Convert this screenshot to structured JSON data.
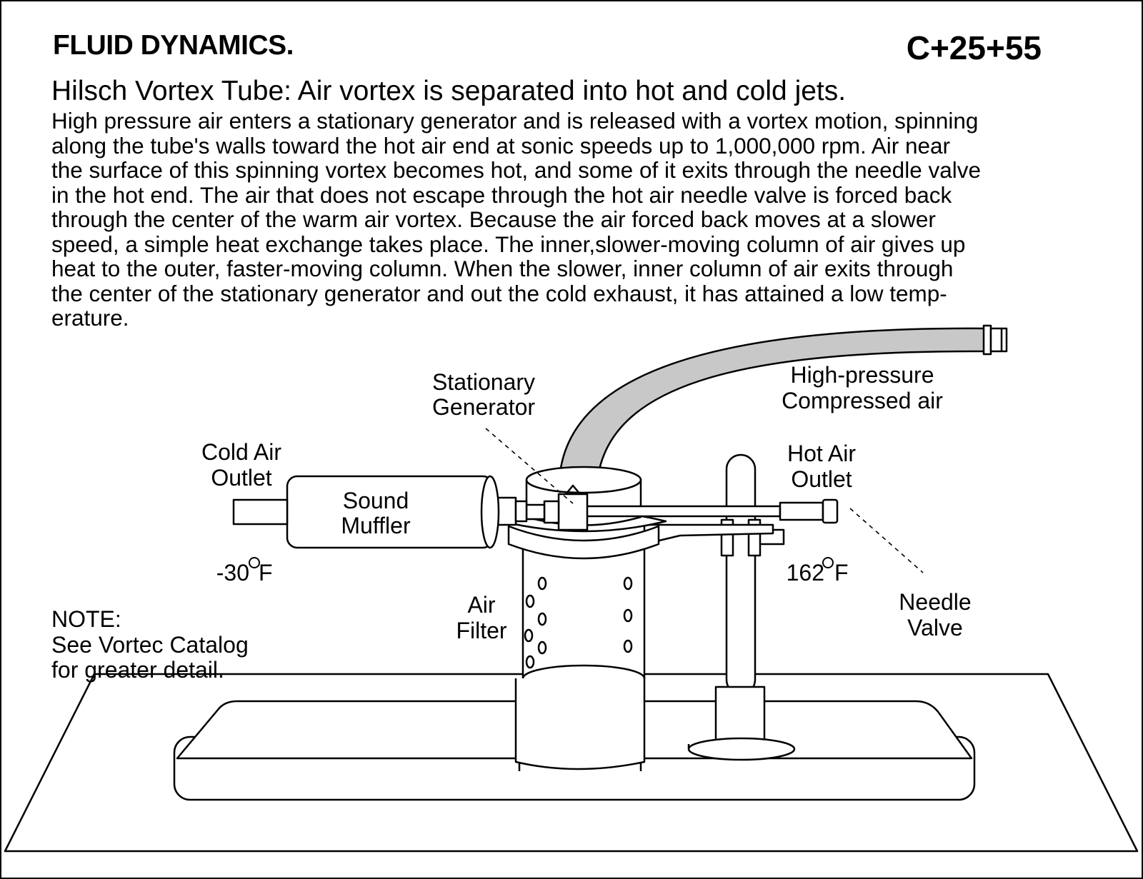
{
  "header": {
    "category": "FLUID DYNAMICS.",
    "code": "C+25+55"
  },
  "headline": "Hilsch Vortex Tube: Air vortex is separated into hot and cold jets.",
  "description_lines": [
    "High pressure air enters a stationary generator and is released with a vortex motion, spinning",
    "along the tube's walls toward the hot air end at sonic speeds up to 1,000,000 rpm.  Air near",
    "the surface of this spinning vortex becomes hot, and some of it exits through the needle valve",
    "in the hot end.  The air that does not escape through the hot air needle valve is forced back",
    "through the center of the warm air vortex.  Because the air forced back moves at a slower",
    "speed, a simple heat exchange takes place.  The inner,slower-moving column of air gives up",
    "heat to the outer, faster-moving column.  When the slower, inner column of air exits through",
    "the center of the stationary generator and out the cold exhaust, it has attained a low temp-",
    "erature."
  ],
  "labels": {
    "stationary_generator": [
      "Stationary",
      "Generator"
    ],
    "compressed_air": [
      "High-pressure",
      "Compressed air"
    ],
    "cold_air_outlet": [
      "Cold Air",
      "Outlet"
    ],
    "hot_air_outlet": [
      "Hot Air",
      "Outlet"
    ],
    "sound_muffler": [
      "Sound",
      "Muffler"
    ],
    "cold_temp": "-30",
    "hot_temp": "162",
    "temp_unit": "F",
    "air_filter": [
      "Air",
      "Filter"
    ],
    "needle_valve": [
      "Needle",
      "Valve"
    ],
    "note": [
      "NOTE:",
      "See Vortec Catalog",
      "for greater detail."
    ]
  },
  "colors": {
    "hose_fill": "#c8c8c8",
    "line": "#000000",
    "background": "#ffffff"
  }
}
